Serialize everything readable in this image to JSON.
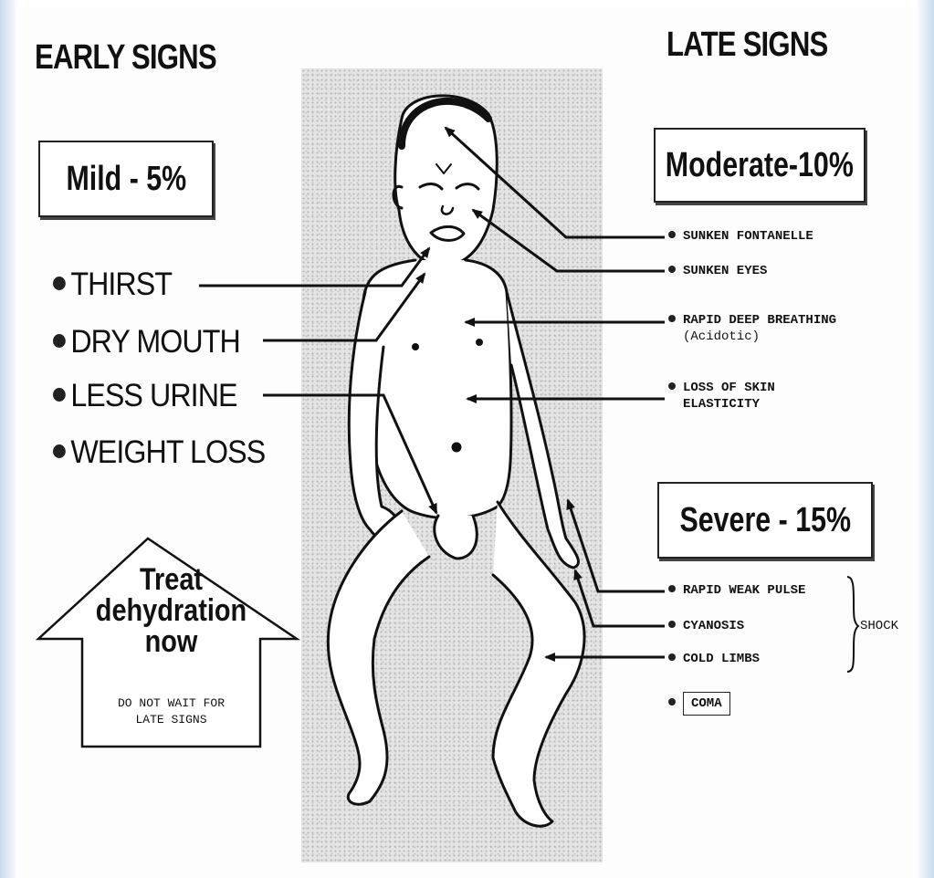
{
  "early_signs": {
    "heading": "EARLY SIGNS",
    "severity_label": "Mild - 5%",
    "items": [
      "THIRST",
      "DRY MOUTH",
      "LESS URINE",
      "WEIGHT LOSS"
    ]
  },
  "late_signs": {
    "heading": "LATE SIGNS",
    "moderate": {
      "label": "Moderate-10%",
      "items": [
        {
          "text": "SUNKEN FONTANELLE"
        },
        {
          "text": "SUNKEN EYES"
        },
        {
          "text": "RAPID DEEP BREATHING",
          "sub": "(Acidotic)"
        },
        {
          "text": "LOSS OF SKIN",
          "sub": "ELASTICITY"
        }
      ]
    },
    "severe": {
      "label": "Severe - 15%",
      "items": [
        {
          "text": "RAPID WEAK PULSE"
        },
        {
          "text": "CYANOSIS"
        },
        {
          "text": "COLD LIMBS"
        },
        {
          "text": "COMA"
        }
      ],
      "shock_label": "SHOCK"
    }
  },
  "treat_callout": {
    "line1": "Treat",
    "line2": "dehydration",
    "line3": "now",
    "note1": "DO NOT WAIT FOR",
    "note2": "LATE SIGNS"
  },
  "colors": {
    "ink": "#111111",
    "stipple": "#e4e4e4",
    "frame": "#c9dcef"
  }
}
